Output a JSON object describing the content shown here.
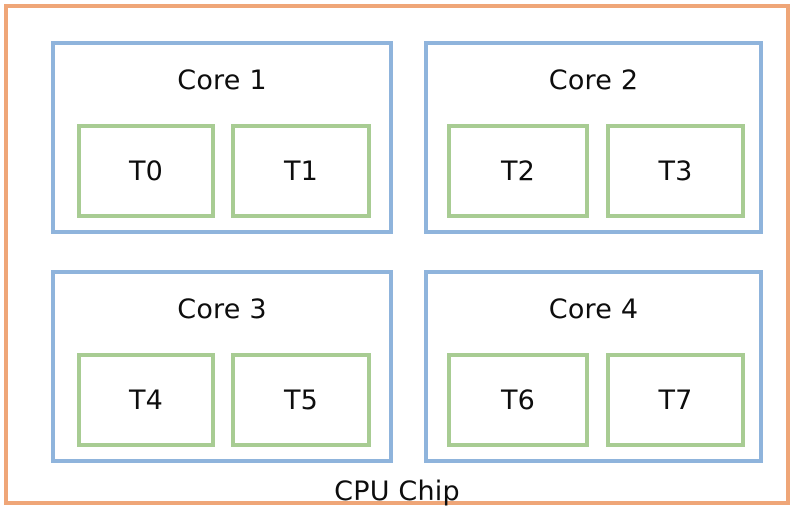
{
  "diagram": {
    "type": "block-diagram",
    "title": "CPU Chip",
    "caption": "CPU Chip",
    "colors": {
      "chip_border": "#efa678",
      "core_border": "#8fb4dc",
      "thread_border": "#a8cc93",
      "background": "#ffffff",
      "text": "#0d0d0d"
    },
    "cores": [
      {
        "label": "Core 1",
        "threads": [
          {
            "label": "T0"
          },
          {
            "label": "T1"
          }
        ]
      },
      {
        "label": "Core 2",
        "threads": [
          {
            "label": "T2"
          },
          {
            "label": "T3"
          }
        ]
      },
      {
        "label": "Core 3",
        "threads": [
          {
            "label": "T4"
          },
          {
            "label": "T5"
          }
        ]
      },
      {
        "label": "Core 4",
        "threads": [
          {
            "label": "T6"
          },
          {
            "label": "T7"
          }
        ]
      }
    ]
  }
}
